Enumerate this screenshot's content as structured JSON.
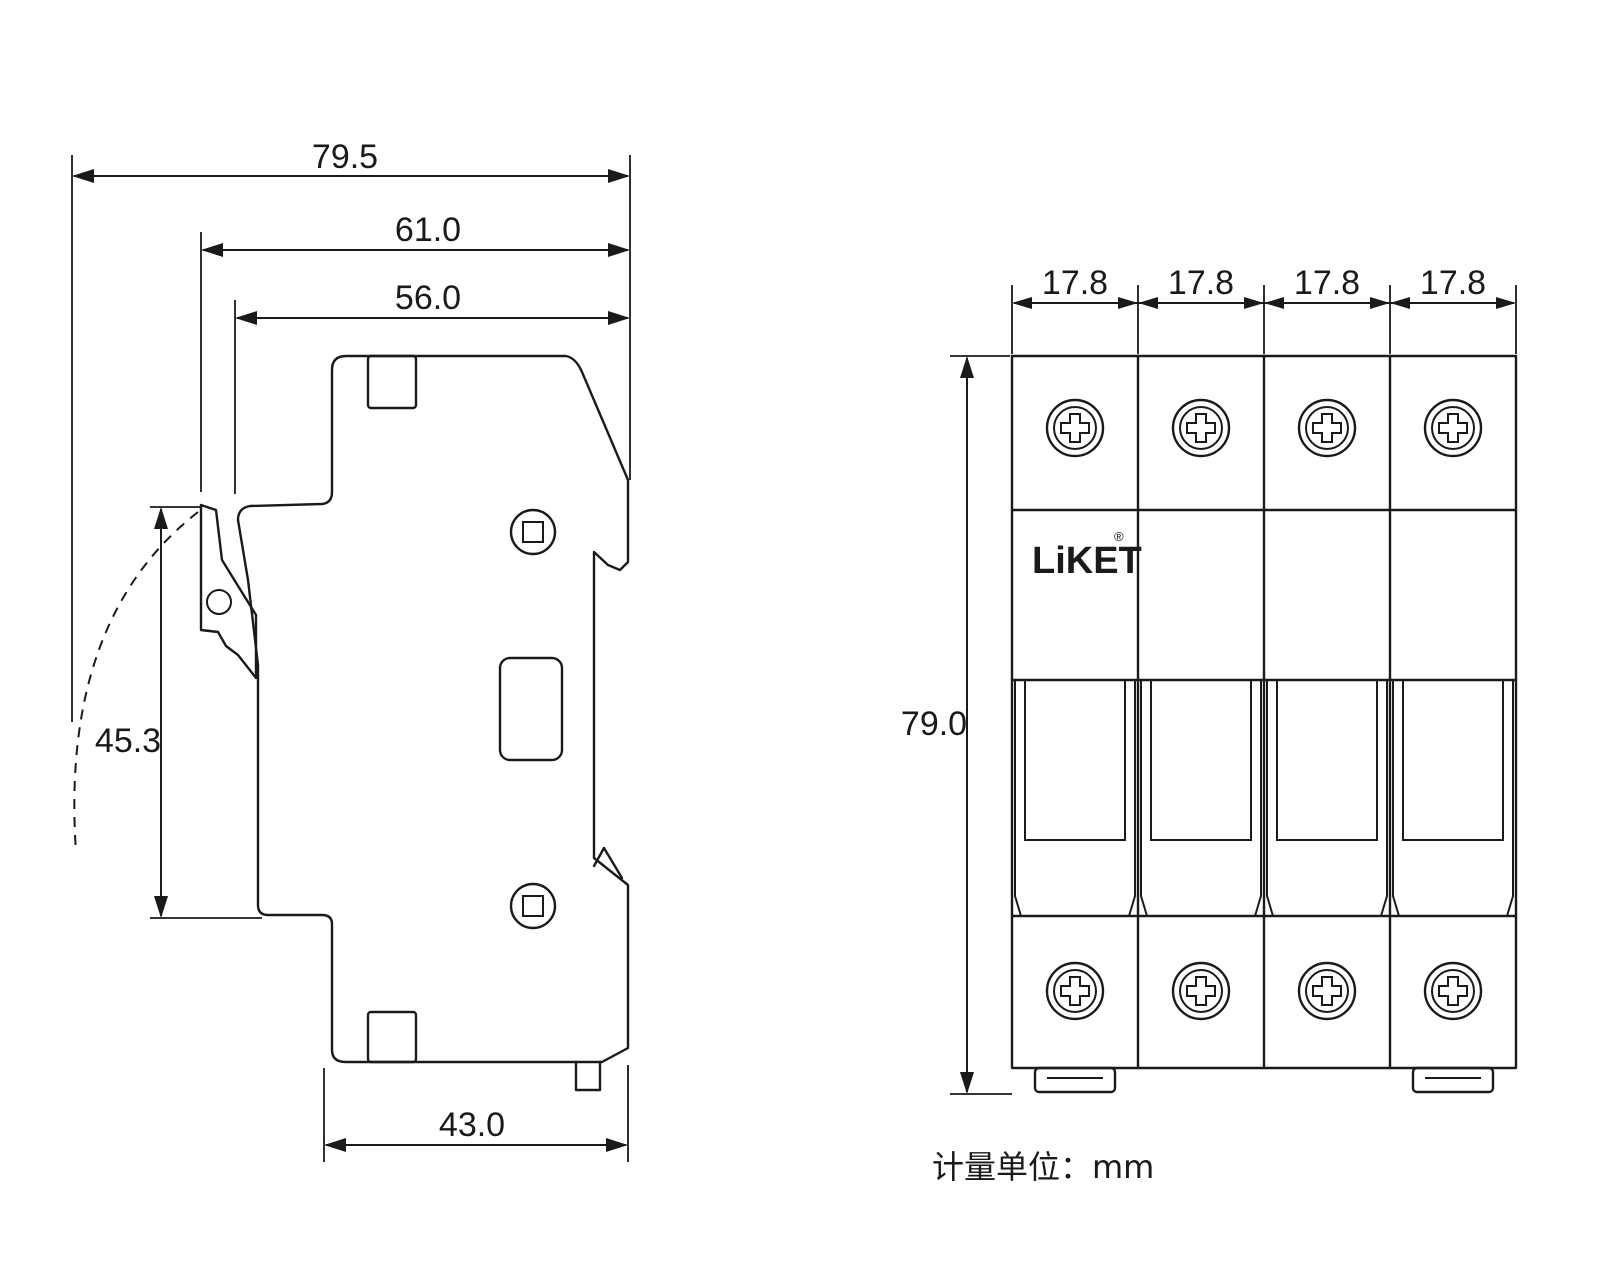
{
  "side_view": {
    "dim_overall_depth": "79.5",
    "dim_depth_to_handle": "61.0",
    "dim_depth_to_face": "56.0",
    "dim_rail_height": "45.3",
    "dim_base_width": "43.0"
  },
  "front_view": {
    "poles": 4,
    "pole_width_labels": [
      "17.8",
      "17.8",
      "17.8",
      "17.8"
    ],
    "dim_height": "79.0",
    "brand_label": "LiKET",
    "registered_mark": "®"
  },
  "unit_note": "计量单位：mm"
}
